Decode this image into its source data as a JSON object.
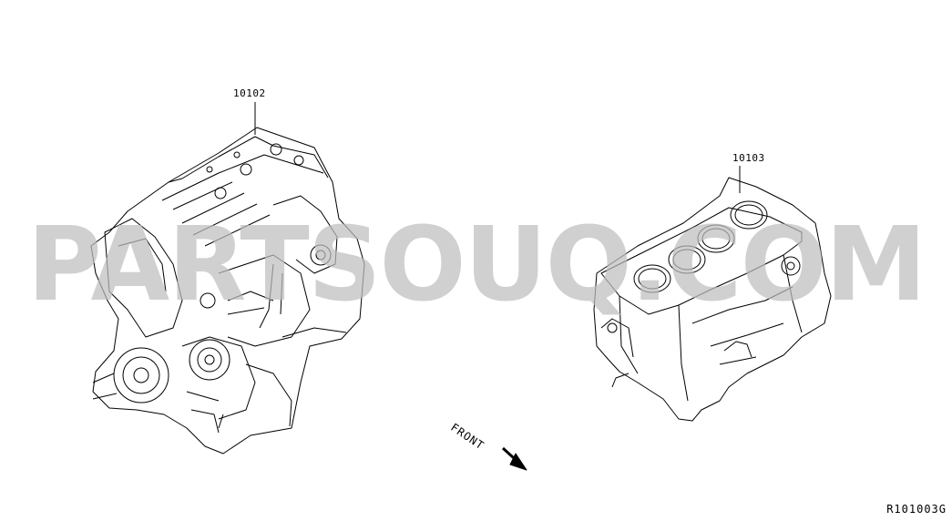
{
  "diagram": {
    "parts": [
      {
        "number": "10102"
      },
      {
        "number": "10103"
      }
    ],
    "direction_label": "FRONT",
    "reference_code": "R101003G",
    "watermark": "PARTSOUQ.COM"
  },
  "colors": {
    "line": "#000000",
    "background": "#ffffff",
    "watermark": "#bebebe"
  }
}
